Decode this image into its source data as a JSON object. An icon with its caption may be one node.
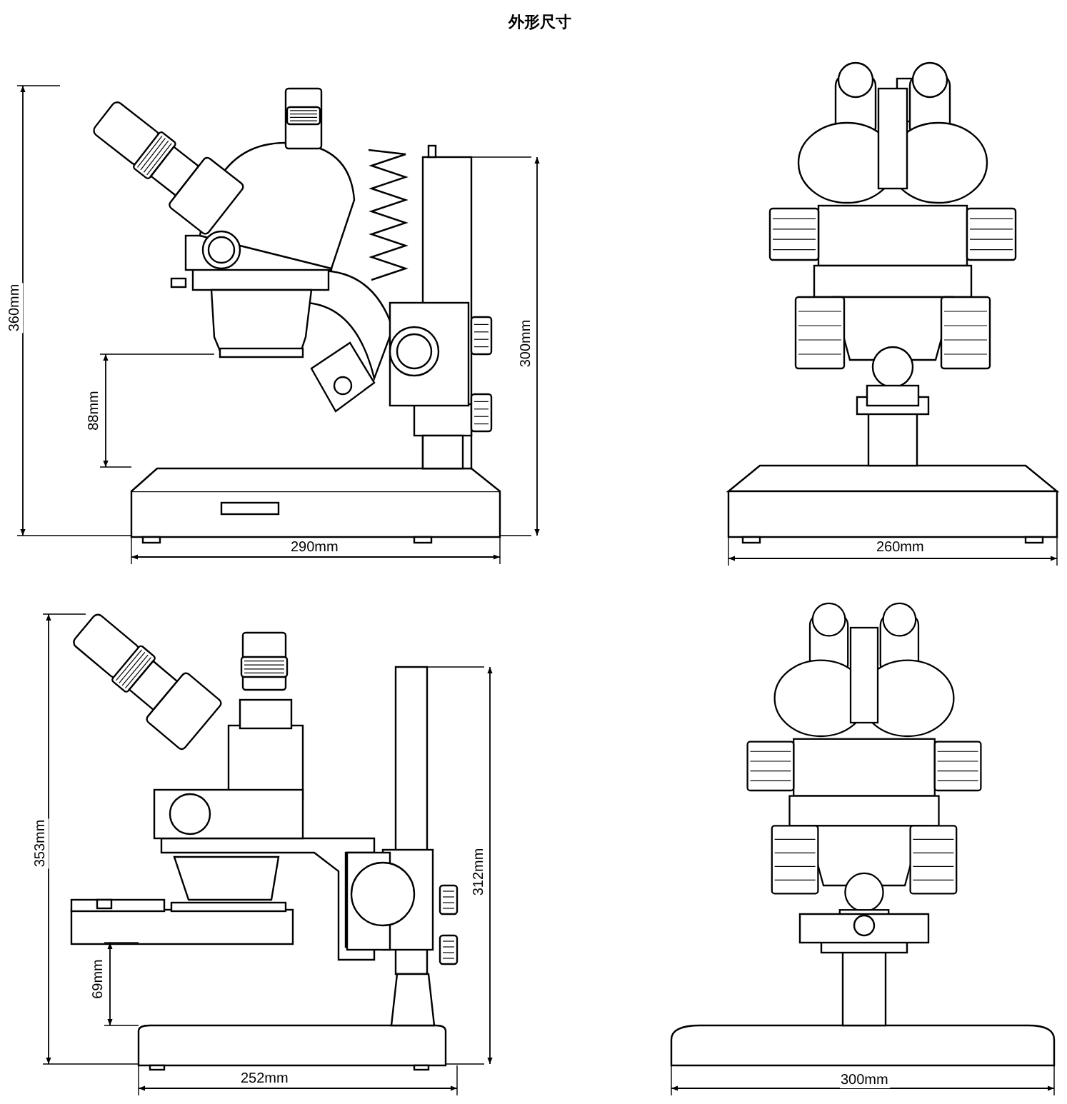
{
  "diagram": {
    "title": "外形尺寸",
    "labels": [
      "360mm",
      "88mm",
      "300mm",
      "290mm",
      "260mm",
      "353mm",
      "69mm",
      "312mm",
      "252mm",
      "300mm"
    ]
  }
}
